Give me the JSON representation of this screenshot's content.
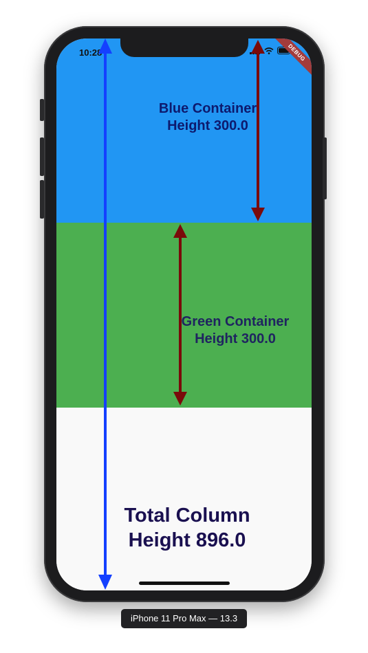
{
  "status_bar": {
    "time": "10:28",
    "debug_banner": "DEBUG"
  },
  "sections": {
    "blue": {
      "color": "#2196f3",
      "label_line1": "Blue Container",
      "label_line2": "Height 300.0"
    },
    "green": {
      "color": "#4caf50",
      "label_line1": "Green Container",
      "label_line2": "Height 300.0"
    },
    "total": {
      "label_line1": "Total Column",
      "label_line2": "Height 896.0"
    }
  },
  "colors": {
    "total_arrow": "#1440ff",
    "section_arrow": "#7a0a0a",
    "label_text": "#1a237e"
  },
  "device_caption": "iPhone 11 Pro Max — 13.3"
}
